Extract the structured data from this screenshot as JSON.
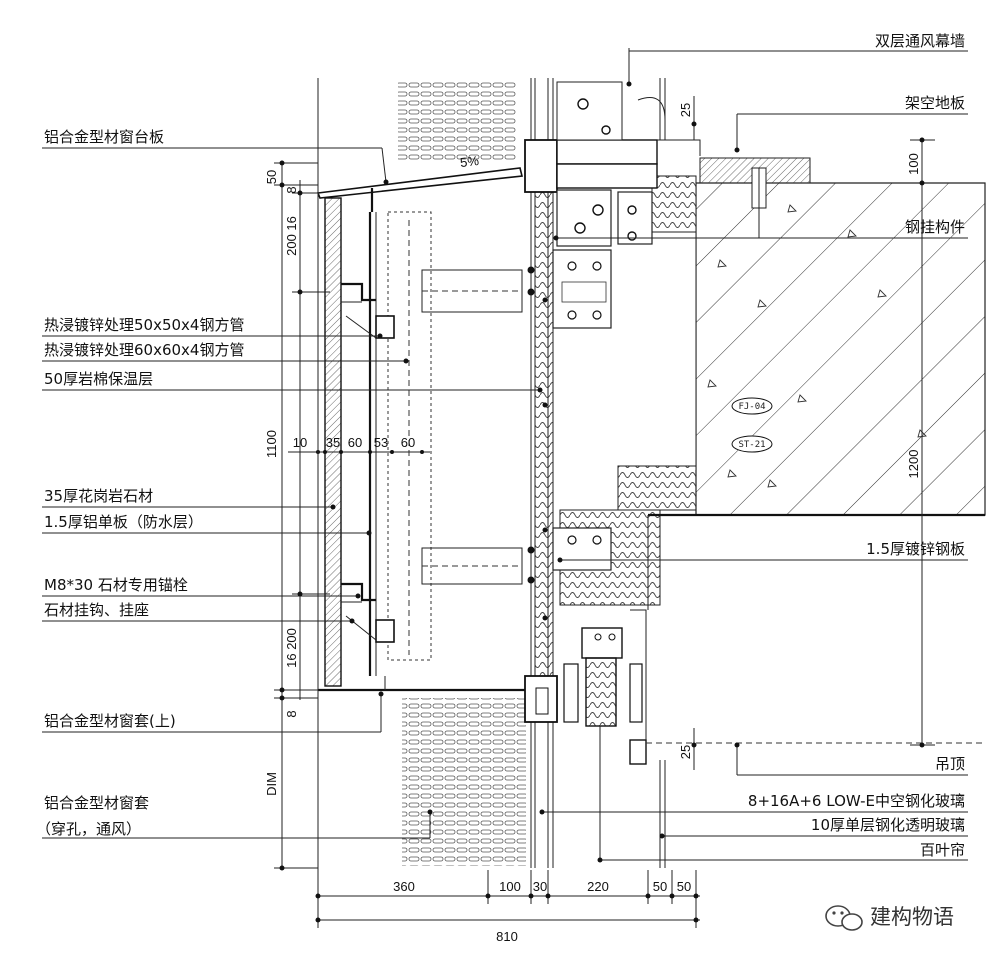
{
  "labels_right": {
    "double_skin": "双层通风幕墙",
    "raised_floor": "架空地板",
    "steel_hanger": "钢挂构件",
    "galv_plate": "1.5厚镀锌钢板",
    "ceiling": "吊顶",
    "insulated_glass": "8+16A+6 LOW-E中空钢化玻璃",
    "single_glass": "10厚单层钢化透明玻璃",
    "blind": "百叶帘"
  },
  "labels_left": {
    "sill_board": "铝合金型材窗台板",
    "tube_50": "热浸镀锌处理50x50x4钢方管",
    "tube_60": "热浸镀锌处理60x60x4钢方管",
    "rockwool": "50厚岩棉保温层",
    "granite": "35厚花岗岩石材",
    "al_sheet": "1.5厚铝单板（防水层）",
    "anchor": "M8*30 石材专用锚栓",
    "hook": "石材挂钩、挂座",
    "frame_upper": "铝合金型材窗套(上)",
    "frame": "铝合金型材窗套",
    "frame_note": "（穿孔，通风）"
  },
  "dimensions": {
    "left_50": "50",
    "left_8_top": "8",
    "left_200_16": "200 16",
    "left_1100": "1100",
    "left_16_200": "16 200",
    "left_8_bot": "8",
    "left_dim": "DIM",
    "h_10": "10",
    "h_35": "35",
    "h_60a": "60",
    "h_53": "53",
    "h_60b": "60",
    "top_25": "25",
    "top_slope": "5%",
    "right_100": "100",
    "right_1200": "1200",
    "right_25": "25",
    "bot_360": "360",
    "bot_100": "100",
    "bot_30": "30",
    "bot_220": "220",
    "bot_50a": "50",
    "bot_50b": "50",
    "bot_810": "810"
  },
  "tags": {
    "fj": "FJ-04",
    "st": "ST-21"
  },
  "watermark": "建构物语"
}
